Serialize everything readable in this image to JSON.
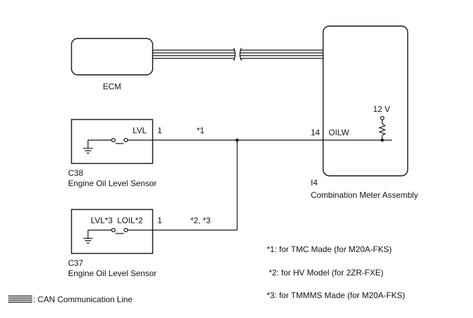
{
  "ecm": {
    "label": "ECM"
  },
  "meter": {
    "connector": "I4",
    "name": "Combination Meter Assembly",
    "pin": "14",
    "pin_label": "OILW",
    "supply": "12 V"
  },
  "sensor_c38": {
    "connector": "C38",
    "name": "Engine Oil Level Sensor",
    "pin": "1",
    "pin_label": "LVL"
  },
  "sensor_c37": {
    "connector": "C37",
    "name": "Engine Oil Level Sensor",
    "pin": "1",
    "pin_label": "LVL*3  LOIL*2"
  },
  "wires": {
    "upper_note": "*1",
    "lower_note": "*2, *3"
  },
  "notes": [
    "*1: for TMC Made (for M20A-FKS)",
    "*2: for HV Model (for 2ZR-FXE)",
    "*3: for TMMMS Made (for M20A-FKS)"
  ],
  "legend": {
    "can_line": ": CAN Communication Line"
  },
  "colors": {
    "line": "#111111",
    "background": "#ffffff"
  }
}
